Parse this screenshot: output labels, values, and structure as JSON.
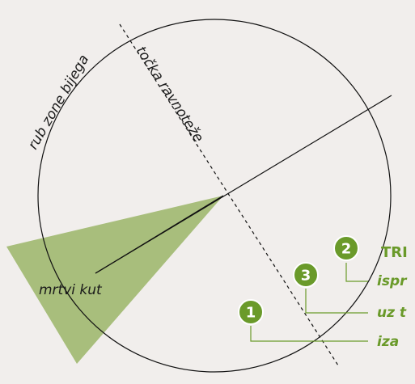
{
  "colors": {
    "background": "#f1eeec",
    "blind_zone": "#a8be7c",
    "accent": "#6a9a2a",
    "line": "#111111"
  },
  "labels": {
    "flight_zone_edge": "rub zone bijega",
    "point_of_balance": "točka ravnoteže",
    "blind_spot": "mrtvi kut"
  },
  "legend": {
    "title": "TRI",
    "items": [
      {
        "number": "2",
        "text": ""
      },
      {
        "number": "3",
        "text": ""
      },
      {
        "number": "1",
        "text": ""
      }
    ],
    "texts": [
      "ispr",
      "uz t",
      "iza"
    ]
  }
}
